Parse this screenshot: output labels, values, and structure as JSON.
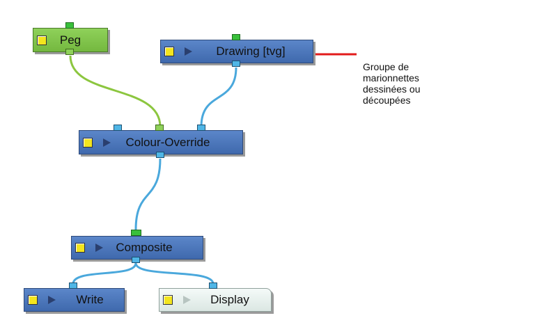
{
  "nodes": {
    "peg": {
      "label": "Peg"
    },
    "drawing": {
      "label": "Drawing  [tvg]"
    },
    "colour_override": {
      "label": "Colour-Override"
    },
    "composite": {
      "label": "Composite"
    },
    "write": {
      "label": "Write"
    },
    "display": {
      "label": "Display"
    }
  },
  "annotation": {
    "lines": [
      "Groupe de",
      "marionnettes",
      "dessinées ou",
      "découpées"
    ]
  },
  "colors": {
    "node_blue": "#4f7bbf",
    "node_peg": "#82c44c",
    "node_display": "#eaf2ef",
    "cable_green": "#8cc63f",
    "cable_blue": "#4aa8dc",
    "annotation_line": "#e21b1b"
  }
}
